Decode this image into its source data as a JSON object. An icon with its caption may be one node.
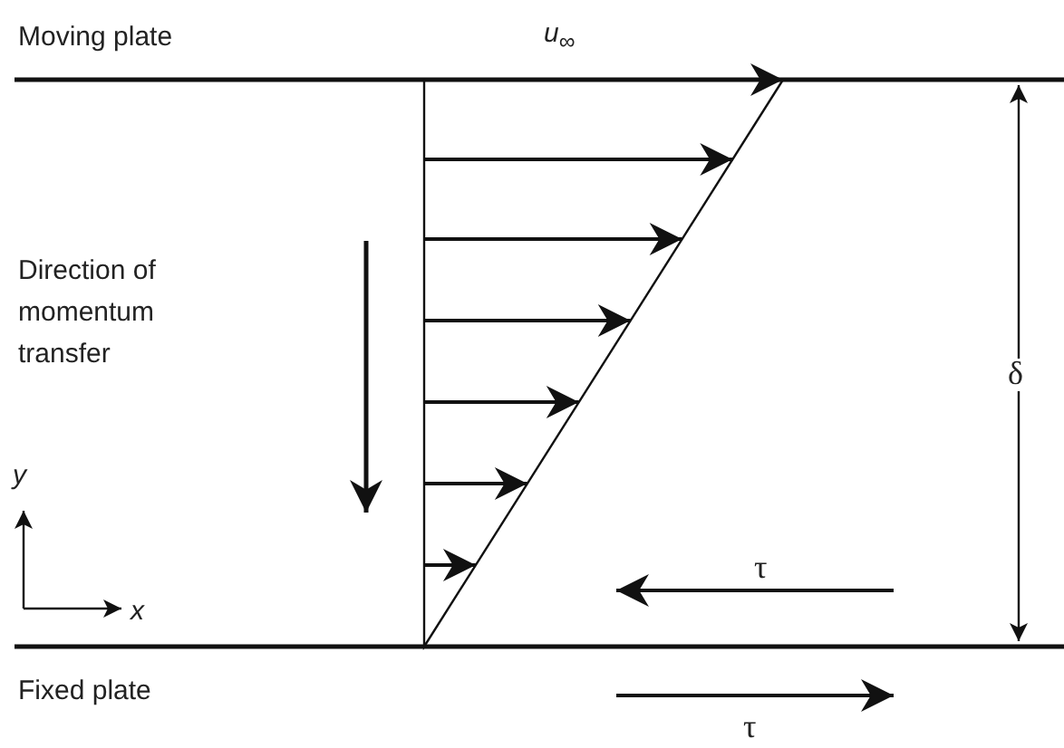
{
  "diagram": {
    "labels": [
      "Moving plate",
      "*u*$_{∞}$",
      "Direction of momentum transfer",
      "y",
      "x",
      "δ",
      "τ",
      "Fixed plate",
      "τ"
    ]
  }
}
